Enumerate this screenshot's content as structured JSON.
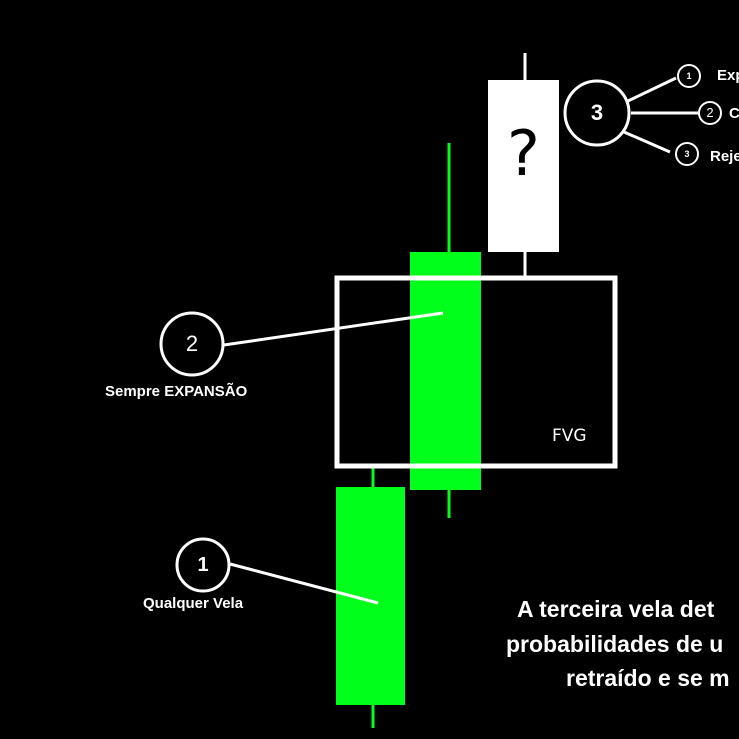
{
  "colors": {
    "background": "#000000",
    "bullish": "#00ff1a",
    "unknown": "#ffffff",
    "line": "#ffffff"
  },
  "candle_3": {
    "symbol": "?",
    "marker": "3"
  },
  "outcomes": [
    {
      "marker": "1",
      "label": "Exp"
    },
    {
      "marker": "2",
      "label": "C"
    },
    {
      "marker": "3",
      "label": "Rejei"
    }
  ],
  "fvg": {
    "label": "FVG"
  },
  "candle_2": {
    "marker": "2",
    "caption": "Sempre EXPANSÃO"
  },
  "candle_1": {
    "marker": "1",
    "caption": "Qualquer Vela"
  },
  "footnote": {
    "lines": [
      "A terceira vela det",
      "probabilidades de u",
      "retraído e se m"
    ]
  }
}
